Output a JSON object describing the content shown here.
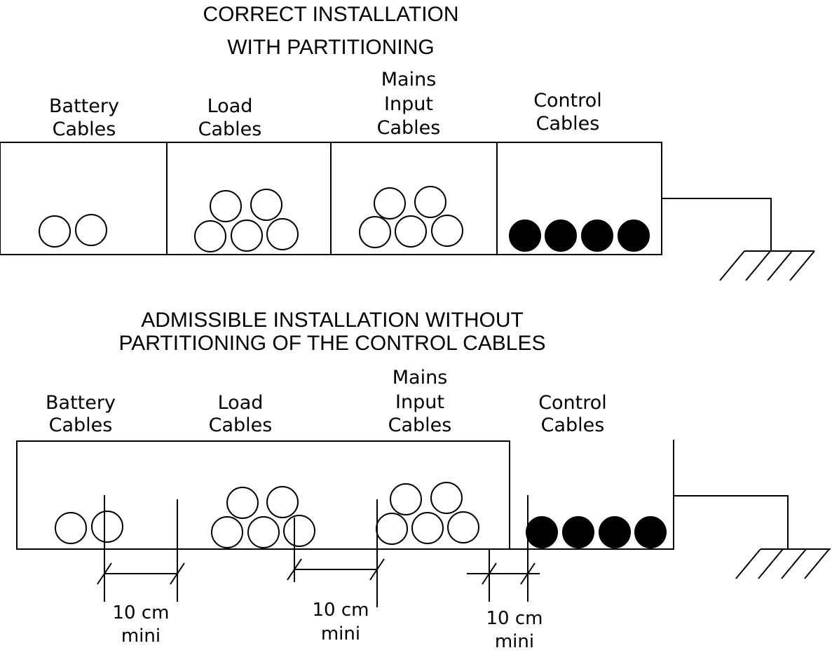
{
  "top": {
    "title_line1": "CORRECT INSTALLATION",
    "title_line2": "WITH PARTITIONING",
    "labels": {
      "battery": [
        "Battery",
        "Cables"
      ],
      "load": [
        "Load",
        "Cables"
      ],
      "mains": [
        "Mains",
        "Input",
        "Cables"
      ],
      "control": [
        "Control",
        "Cables"
      ]
    }
  },
  "bottom": {
    "title_line1": "ADMISSIBLE INSTALLATION WITHOUT",
    "title_line2": "PARTITIONING OF THE CONTROL CABLES",
    "labels": {
      "battery": [
        "Battery",
        "Cables"
      ],
      "load": [
        "Load",
        "Cables"
      ],
      "mains": [
        "Mains",
        "Input",
        "Cables"
      ],
      "control": [
        "Control",
        "Cables"
      ]
    },
    "dimensions": [
      [
        "10 cm",
        "mini"
      ],
      [
        "10 cm",
        "mini"
      ],
      [
        "10 cm",
        "mini"
      ]
    ]
  },
  "colors": {
    "line": "#000000",
    "background": "#ffffff",
    "control_cable_fill": "#000000"
  }
}
